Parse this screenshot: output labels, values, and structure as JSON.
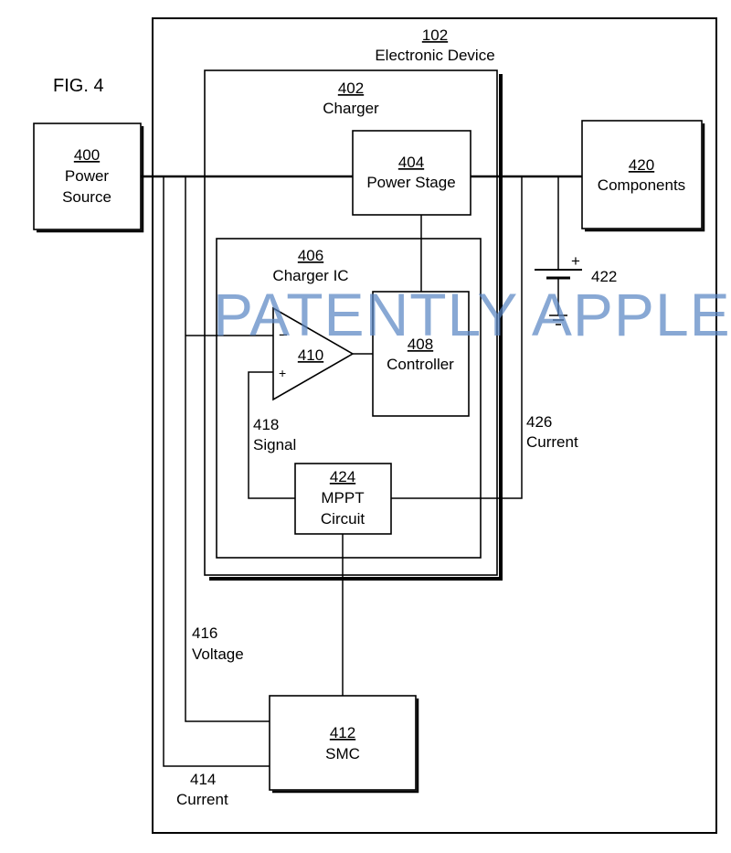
{
  "figure": {
    "label": "FIG. 4"
  },
  "watermark": "PATENTLY APPLE",
  "blocks": {
    "device": {
      "number": "102",
      "name": "Electronic Device"
    },
    "charger": {
      "number": "402",
      "name": "Charger"
    },
    "power_source": {
      "number": "400",
      "name_line1": "Power",
      "name_line2": "Source"
    },
    "power_stage": {
      "number": "404",
      "name": "Power Stage"
    },
    "components": {
      "number": "420",
      "name": "Components"
    },
    "charger_ic": {
      "number": "406",
      "name": "Charger IC"
    },
    "controller": {
      "number": "408",
      "name": "Controller"
    },
    "amplifier": {
      "number": "410",
      "minus": "−",
      "plus": "+"
    },
    "mppt": {
      "number": "424",
      "name_line1": "MPPT",
      "name_line2": "Circuit"
    },
    "smc": {
      "number": "412",
      "name": "SMC"
    },
    "battery": {
      "number": "422",
      "plus": "+"
    }
  },
  "signals": {
    "signal_418": {
      "number": "418",
      "name": "Signal"
    },
    "current_426": {
      "number": "426",
      "name": "Current"
    },
    "voltage_416": {
      "number": "416",
      "name": "Voltage"
    },
    "current_414": {
      "number": "414",
      "name": "Current"
    }
  }
}
